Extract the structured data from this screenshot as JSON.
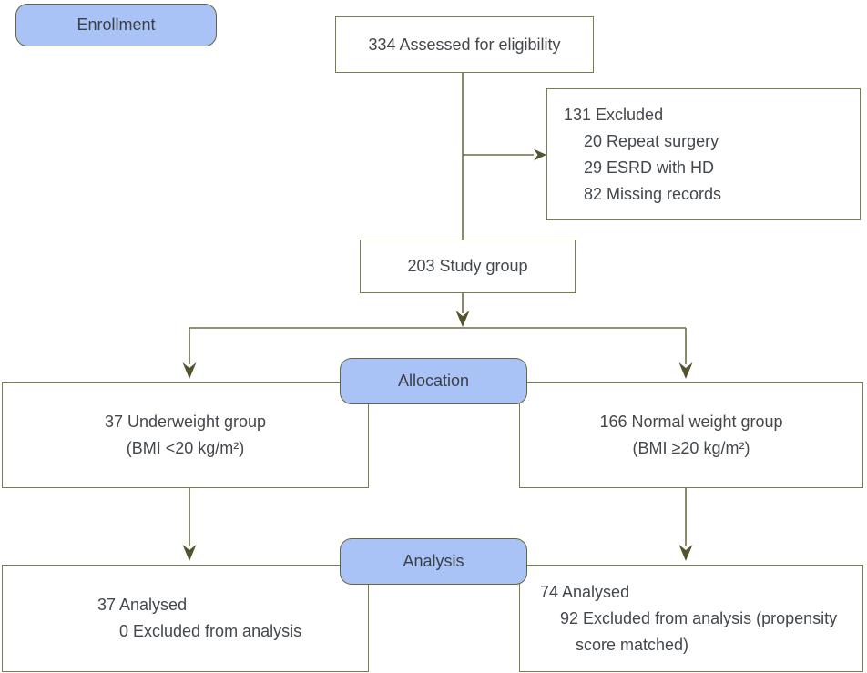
{
  "badges": {
    "enrollment": "Enrollment",
    "allocation": "Allocation",
    "analysis": "Analysis"
  },
  "nodes": {
    "assessed": {
      "text": "334 Assessed for eligibility"
    },
    "excluded": {
      "title": "131 Excluded",
      "items": [
        "20 Repeat surgery",
        "29 ESRD with HD",
        "82 Missing records"
      ]
    },
    "study": {
      "text": "203 Study group"
    },
    "underweight": {
      "line1": "37 Underweight group",
      "line2": "(BMI <20 kg/m²)"
    },
    "normal_weight": {
      "line1": "166 Normal weight group",
      "line2": "(BMI ≥20 kg/m²)"
    },
    "analysed_underweight": {
      "line1": "37 Analysed",
      "line2": "0 Excluded from analysis"
    },
    "analysed_normal": {
      "line1": "74 Analysed",
      "line2": "92 Excluded from analysis (propensity",
      "line3": "score matched)"
    }
  },
  "colors": {
    "badge_fill": "#a9c3f7",
    "badge_border": "#66663e",
    "box_border": "#7b7b52",
    "line": "#6e6e45",
    "arrow": "#53532e",
    "text": "#43484d"
  }
}
